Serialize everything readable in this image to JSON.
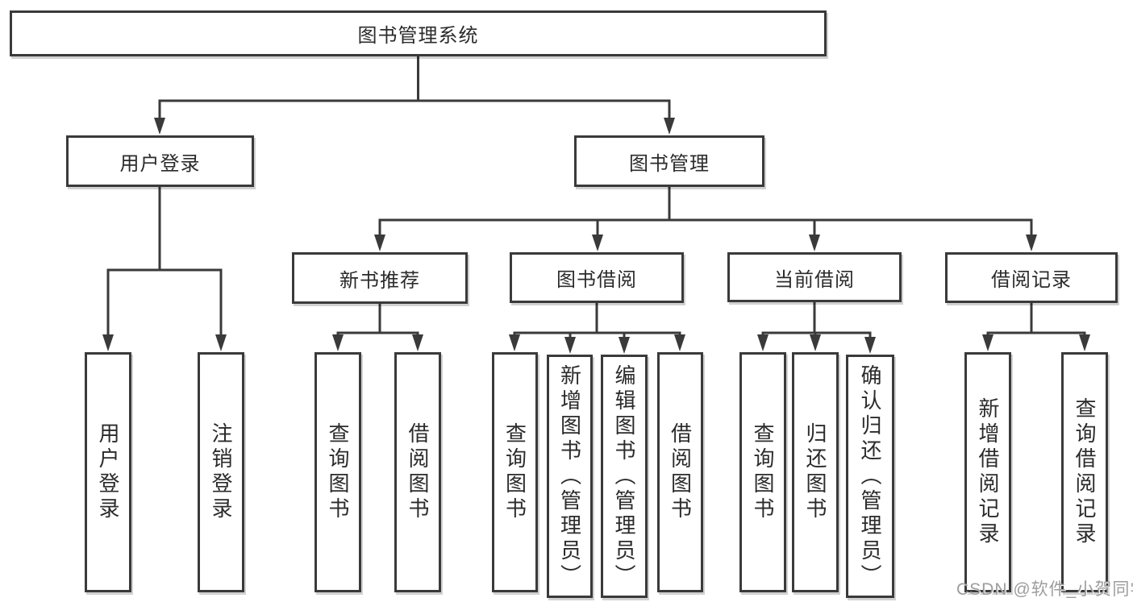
{
  "diagram": {
    "nodes": {
      "root": {
        "label": "图书管理系统"
      },
      "user_login": {
        "label": "用户登录"
      },
      "book_mgmt": {
        "label": "图书管理"
      },
      "new_book_rec": {
        "label": "新书推荐"
      },
      "book_borrow": {
        "label": "图书借阅"
      },
      "current_borrow": {
        "label": "当前借阅"
      },
      "borrow_record": {
        "label": "借阅记录"
      },
      "leaf_user_login": {
        "label": "用户登录"
      },
      "leaf_logout": {
        "label": "注销登录"
      },
      "leaf_rec_query": {
        "label": "查询图书"
      },
      "leaf_rec_borrow": {
        "label": "借阅图书"
      },
      "leaf_bb_query": {
        "label": "查询图书"
      },
      "leaf_bb_add": {
        "label": "新增图书（管理员）"
      },
      "leaf_bb_edit": {
        "label": "编辑图书（管理员）"
      },
      "leaf_bb_borrow": {
        "label": "借阅图书"
      },
      "leaf_cb_query": {
        "label": "查询图书"
      },
      "leaf_cb_return": {
        "label": "归还图书"
      },
      "leaf_cb_confirm": {
        "label": "确认归还（管理员）"
      },
      "leaf_br_add": {
        "label": "新增借阅记录"
      },
      "leaf_br_query": {
        "label": "查询借阅记录"
      }
    },
    "hierarchy": {
      "图书管理系统": [
        "用户登录",
        "图书管理"
      ],
      "用户登录": [
        "用户登录",
        "注销登录"
      ],
      "图书管理": [
        "新书推荐",
        "图书借阅",
        "当前借阅",
        "借阅记录"
      ],
      "新书推荐": [
        "查询图书",
        "借阅图书"
      ],
      "图书借阅": [
        "查询图书",
        "新增图书（管理员）",
        "编辑图书（管理员）",
        "借阅图书"
      ],
      "当前借阅": [
        "查询图书",
        "归还图书",
        "确认归还（管理员）"
      ],
      "借阅记录": [
        "新增借阅记录",
        "查询借阅记录"
      ]
    },
    "watermark": "CSDN @软件_小贺同学",
    "colors": {
      "line": "#3a3a3a",
      "box_background": "#ffffff",
      "text": "#2b2b2b",
      "watermark": "#9d9d9d"
    }
  }
}
